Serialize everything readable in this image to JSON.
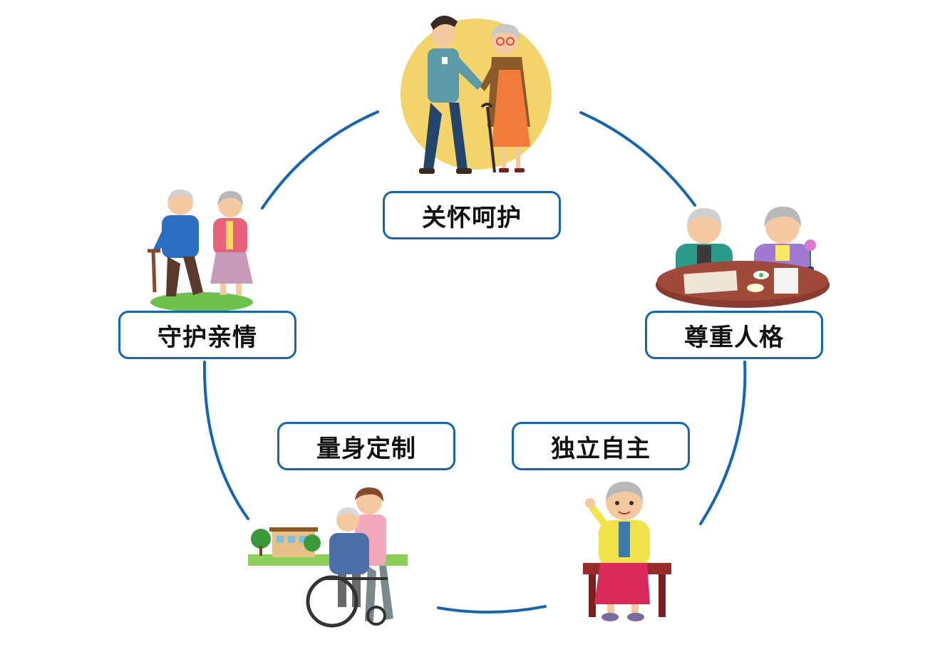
{
  "labels": {
    "care": "关怀呵护",
    "family": "守护亲情",
    "respect": "尊重人格",
    "custom": "量身定制",
    "independence": "独立自主"
  },
  "colors": {
    "ring": "#1565b5",
    "box_border": "#1565b5",
    "text": "#111111",
    "sun_circle": "#f2d46a",
    "table": "#8b3a2f",
    "grass": "#6cc24a"
  },
  "illustrations": [
    "caregiver-helping-elderly-woman",
    "elderly-couple-walking",
    "elderly-painting-at-table",
    "nurse-with-wheelchair-elder",
    "elderly-woman-on-bench"
  ]
}
